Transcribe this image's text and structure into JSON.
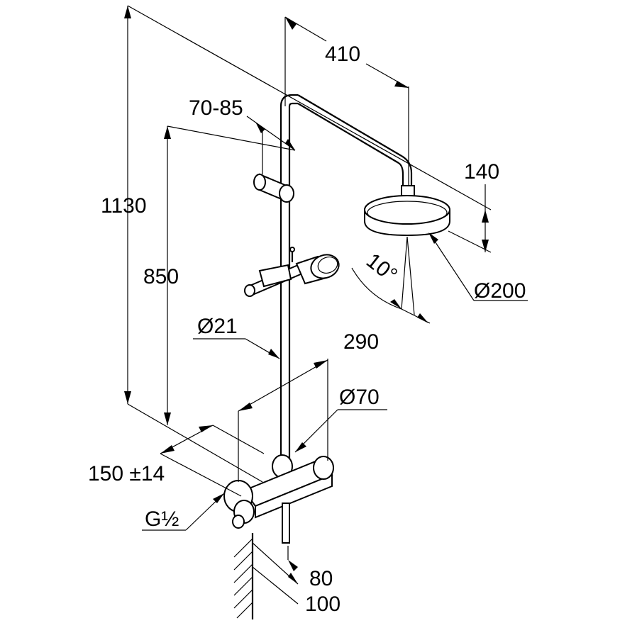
{
  "dimensions": {
    "total_height": "1130",
    "slider_height": "850",
    "arm_length": "410",
    "bracket_range": "70-85",
    "head_offset": "140",
    "head_tilt": "10°",
    "head_diameter": "Ø200",
    "rail_diameter": "Ø21",
    "mixer_width": "290",
    "escutcheon_diameter": "Ø70",
    "inlet_centres": "150 ±14",
    "connection_thread": "G½",
    "depth_small": "80",
    "depth_large": "100"
  }
}
